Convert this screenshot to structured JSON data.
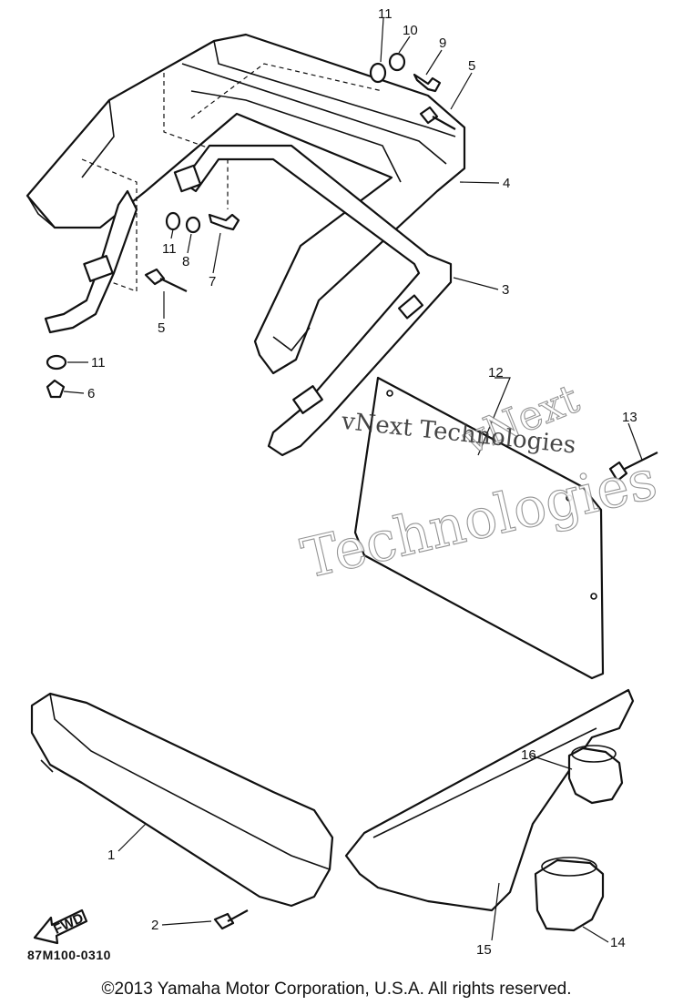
{
  "diagram": {
    "callouts": [
      "1",
      "2",
      "3",
      "4",
      "5",
      "5",
      "6",
      "7",
      "8",
      "9",
      "10",
      "11",
      "11",
      "11",
      "12",
      "13",
      "14",
      "15",
      "16"
    ],
    "fwd_label": "FWD",
    "code": "87M100-0310",
    "watermark_top": "vNext",
    "watermark_mid": "vNext Technologies",
    "watermark_bottom": "Technologies"
  },
  "footer": {
    "copyright": "©2013 Yamaha Motor Corporation, U.S.A. All rights reserved."
  }
}
